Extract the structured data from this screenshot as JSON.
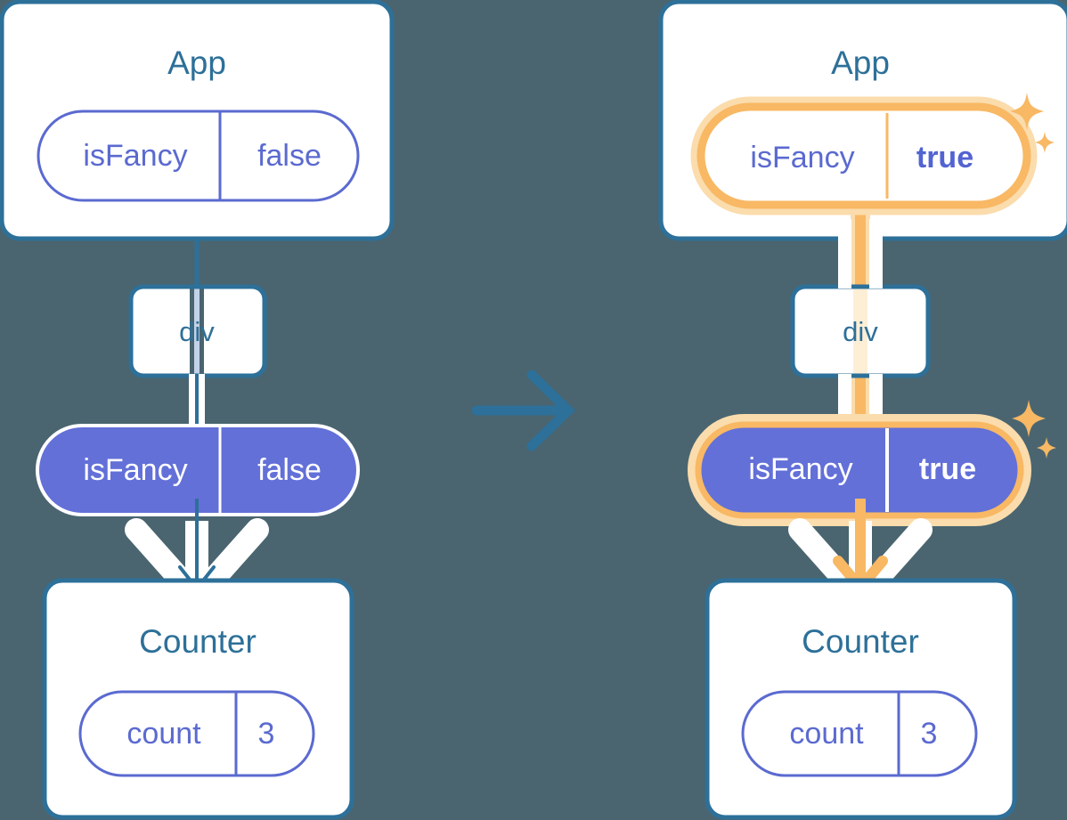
{
  "meta": {
    "diagram_title": "React state lift-up: isFancy toggled from false to true",
    "background_color": "#4a6570",
    "colors": {
      "card_border": "#2d7099",
      "card_fill": "#ffffff",
      "title_text": "#2d7099",
      "pill_outline_stroke": "#5b6ad0",
      "pill_outline_text": "#5b6ad0",
      "pill_filled_fill": "#6370d8",
      "pill_filled_text": "#ffffff",
      "highlight_orange": "#f8b864",
      "highlight_glow": "#fbdcac",
      "prop_line_white": "#ffffff",
      "prop_line_blue": "#2d7099",
      "prop_line_lavender": "#c3d2e8",
      "transition_arrow": "#2d7099"
    }
  },
  "transition": {
    "arrow_icon": "arrow-right-icon",
    "label": ""
  },
  "panels": [
    {
      "id": "before",
      "side": "left",
      "highlighted": false,
      "app": {
        "title": "App",
        "state_pill": {
          "key": "isFancy",
          "value": "false",
          "style": "outline",
          "highlighted": false,
          "value_bold": false
        }
      },
      "div": {
        "label": "div"
      },
      "prop_pill": {
        "key": "isFancy",
        "value": "false",
        "style": "filled",
        "highlighted": false,
        "value_bold": false
      },
      "counter": {
        "title": "Counter",
        "state_pill": {
          "key": "count",
          "value": "3",
          "style": "outline",
          "highlighted": false,
          "value_bold": false
        }
      },
      "sparkles": []
    },
    {
      "id": "after",
      "side": "right",
      "highlighted": true,
      "app": {
        "title": "App",
        "state_pill": {
          "key": "isFancy",
          "value": "true",
          "style": "outline",
          "highlighted": true,
          "value_bold": true
        }
      },
      "div": {
        "label": "div"
      },
      "prop_pill": {
        "key": "isFancy",
        "value": "true",
        "style": "filled",
        "highlighted": true,
        "value_bold": true
      },
      "counter": {
        "title": "Counter",
        "state_pill": {
          "key": "count",
          "value": "3",
          "style": "outline",
          "highlighted": false,
          "value_bold": false
        }
      },
      "sparkles": [
        "sparkle-large-icon",
        "sparkle-small-icon",
        "sparkle-large-icon",
        "sparkle-small-icon"
      ]
    }
  ]
}
